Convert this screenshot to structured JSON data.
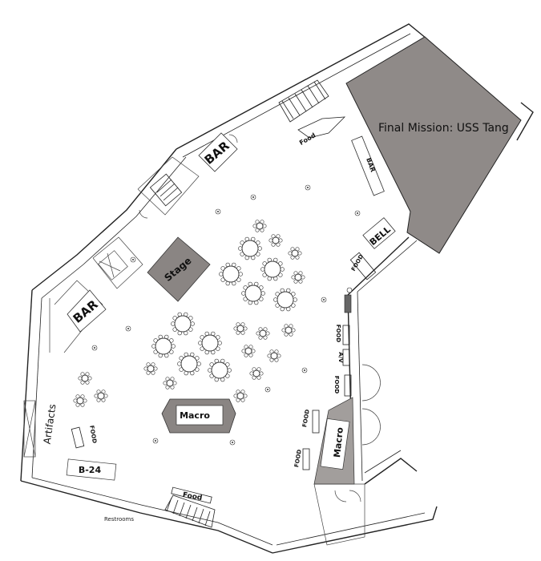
{
  "exhibit_label": "Final Mission: USS Tang",
  "labels": {
    "bar_upper": "BAR",
    "bar_lower": "BAR",
    "bar_right": "BAR",
    "stage": "Stage",
    "bell": "BELL",
    "macro_center": "Macro",
    "macro_right": "Macro",
    "artifacts": "Artifacts",
    "b24": "B-24",
    "food_top": "Food",
    "food_right_top": "FOOD",
    "food_right_mid": "FOOD",
    "av": "A/V",
    "food_right_low": "FOOD",
    "food_lower_1": "FOOD",
    "food_lower_2": "FOOD",
    "food_left": "FOOD",
    "food_bottom": "Food",
    "restrooms": "Restrooms"
  },
  "colors": {
    "exhibit_fill": "#8f8a88",
    "stage_fill": "#8a8583",
    "macro_fill": "#a29e9c",
    "wall": "#222222"
  }
}
